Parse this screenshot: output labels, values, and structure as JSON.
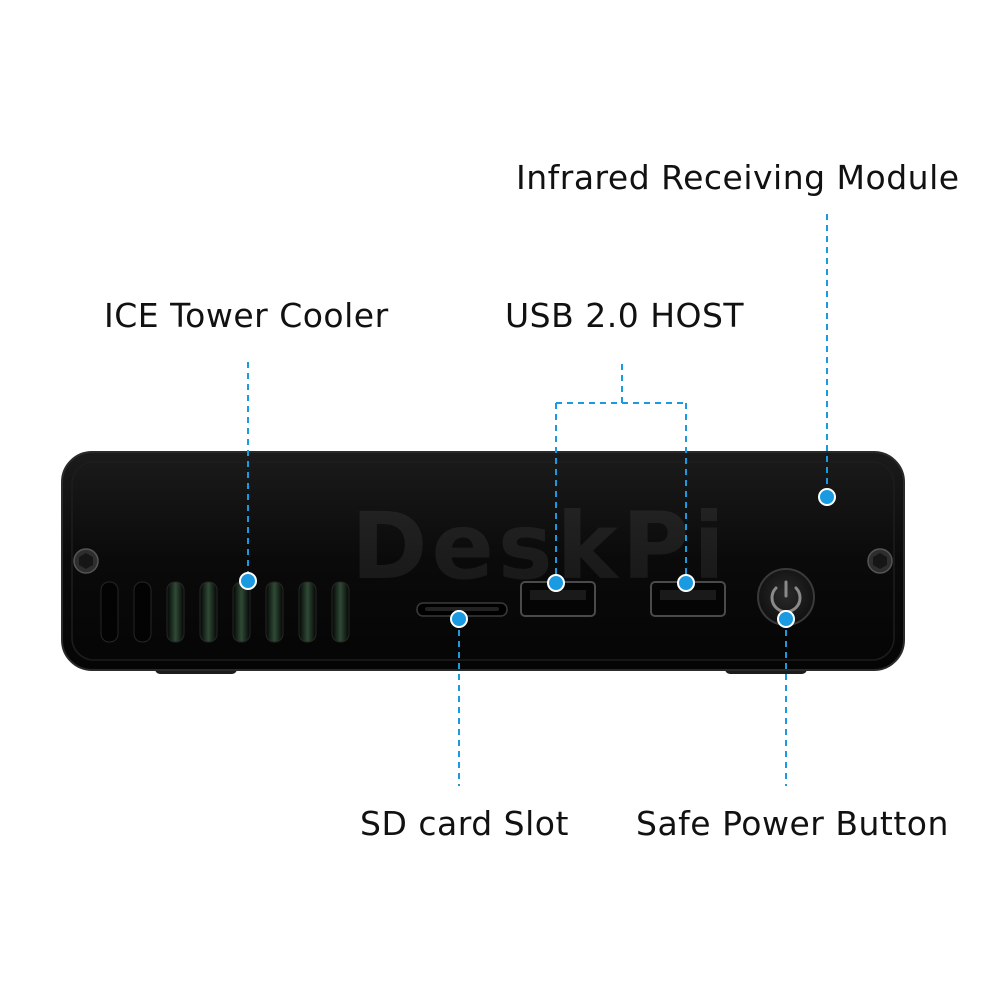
{
  "brand_watermark": "DeskPi",
  "labels": {
    "infrared": "Infrared Receiving Module",
    "cooler": "ICE Tower Cooler",
    "usb": "USB 2.0 HOST",
    "sd": "SD card Slot",
    "power": "Safe Power Button"
  },
  "colors": {
    "callout": "#1a9ae0",
    "case": "#0b0b0b",
    "case_edge": "#2a2a2a",
    "text": "#111111"
  },
  "icons": [
    "power-icon",
    "screw-icon"
  ]
}
